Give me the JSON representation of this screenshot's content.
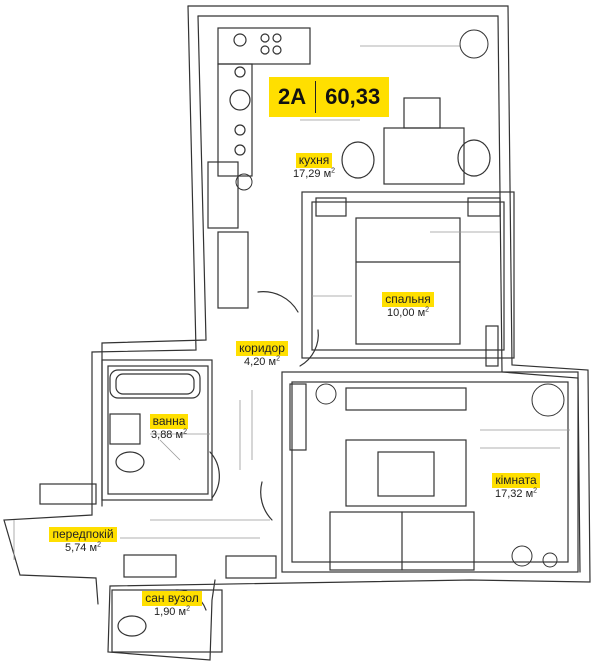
{
  "apartment": {
    "type": "2A",
    "total_area": "60,33"
  },
  "unit": "м",
  "unit_power": "2",
  "rooms": [
    {
      "id": "kitchen",
      "name": "кухня",
      "area": "17,29"
    },
    {
      "id": "bedroom",
      "name": "спальня",
      "area": "10,00"
    },
    {
      "id": "corridor",
      "name": "коридор",
      "area": "4,20"
    },
    {
      "id": "bathroom",
      "name": "ванна",
      "area": "3,88"
    },
    {
      "id": "living",
      "name": "кімната",
      "area": "17,32"
    },
    {
      "id": "hallway",
      "name": "передпокій",
      "area": "5,74"
    },
    {
      "id": "wc",
      "name": "сан вузол",
      "area": "1,90"
    }
  ],
  "colors": {
    "accent": "#ffdf00",
    "ink": "#222222"
  }
}
